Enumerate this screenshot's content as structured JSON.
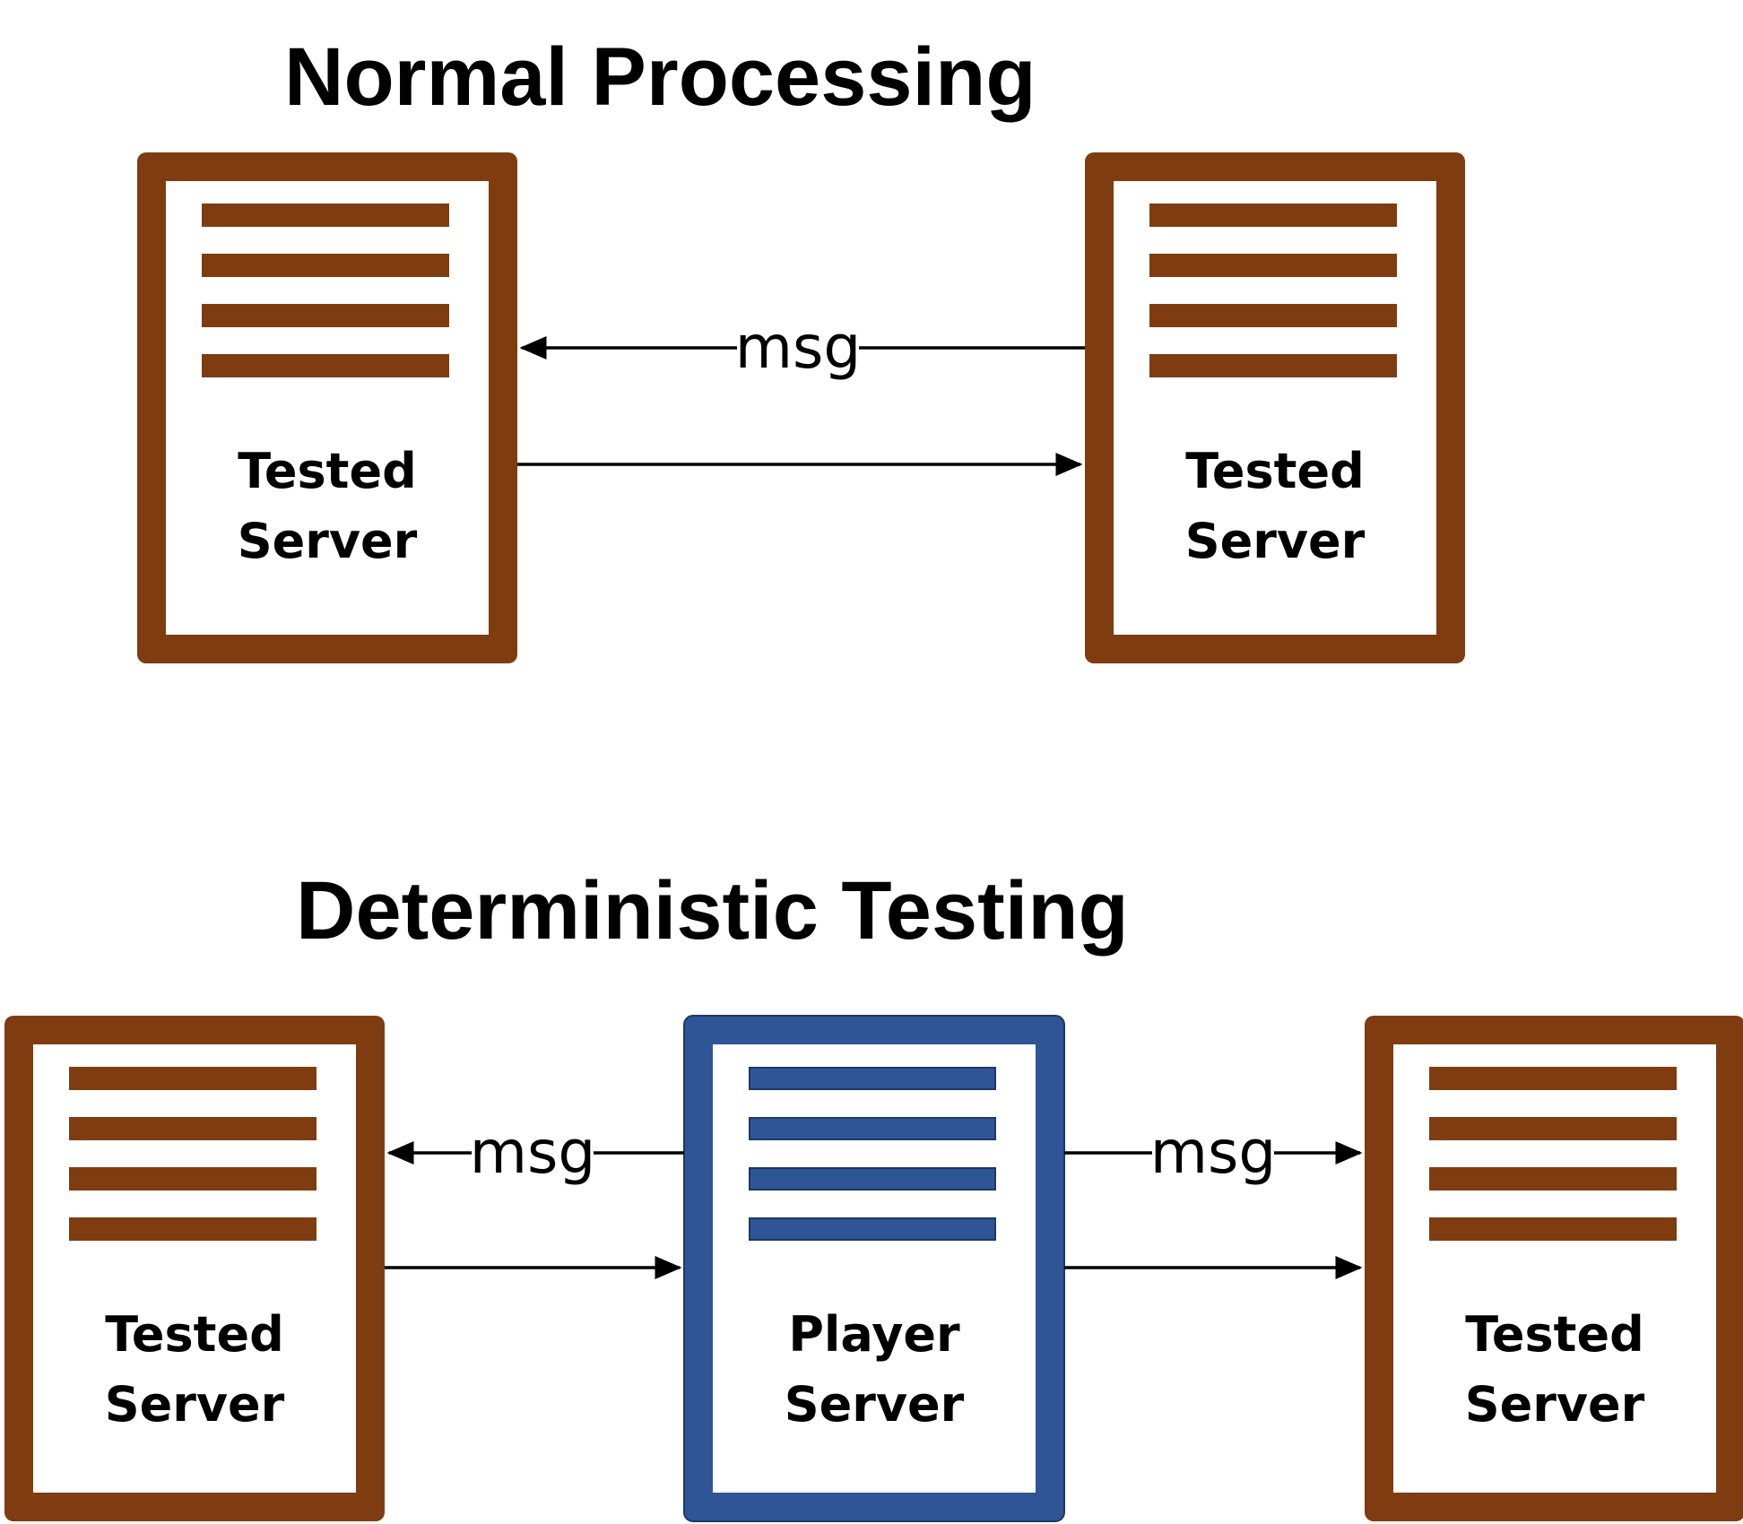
{
  "sections": {
    "normal": {
      "title": "Normal Processing",
      "left_server": {
        "lines": [
          "Tested",
          "Server"
        ]
      },
      "right_server": {
        "lines": [
          "Tested",
          "Server"
        ]
      },
      "message_label": "msg"
    },
    "deterministic": {
      "title": "Deterministic Testing",
      "left_server": {
        "lines": [
          "Tested",
          "Server"
        ]
      },
      "center_server": {
        "lines": [
          "Player",
          "Server"
        ]
      },
      "right_server": {
        "lines": [
          "Tested",
          "Server"
        ]
      },
      "left_message_label": "msg",
      "right_message_label": "msg"
    }
  },
  "colors": {
    "tested_server": "#7F3C10",
    "player_server": "#2F5597",
    "player_server_outline": "#1F3864",
    "arrow": "#000000"
  }
}
